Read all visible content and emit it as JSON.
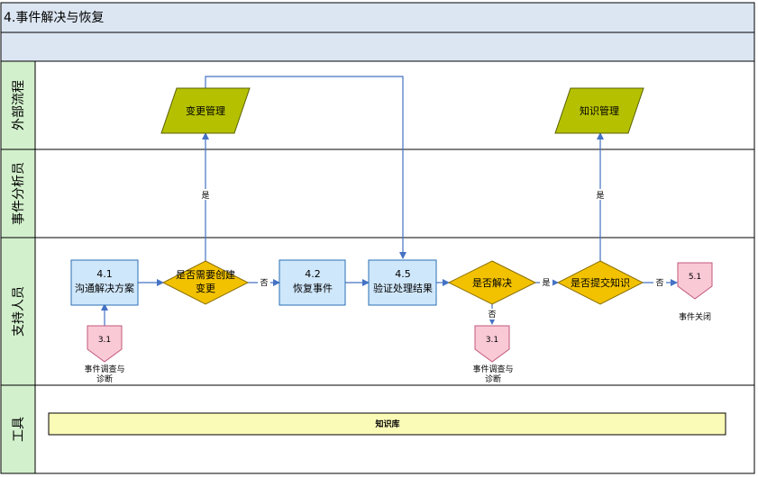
{
  "title": "4.事件解决与恢复",
  "lanes": [
    {
      "id": "external",
      "label": "外部流程"
    },
    {
      "id": "analyst",
      "label": "事件分析员"
    },
    {
      "id": "support",
      "label": "支持人员"
    },
    {
      "id": "tools",
      "label": "工具"
    }
  ],
  "nodes": {
    "change_mgmt": {
      "label": "变更管理"
    },
    "knowledge_mgmt": {
      "label": "知识管理"
    },
    "n41": {
      "num": "4.1",
      "label": "沟通解决方案"
    },
    "d_create_change": {
      "line1": "是否需要创建",
      "line2": "变更"
    },
    "n42": {
      "num": "4.2",
      "label": "恢复事件"
    },
    "n45": {
      "num": "4.5",
      "label": "验证处理结果"
    },
    "d_resolved": {
      "label": "是否解决"
    },
    "d_submit_knowledge": {
      "label": "是否提交知识"
    },
    "ref31_left": {
      "num": "3.1",
      "line1": "事件调查与",
      "line2": "诊断"
    },
    "ref31_mid": {
      "num": "3.1",
      "line1": "事件调查与",
      "line2": "诊断"
    },
    "ref51": {
      "num": "5.1",
      "caption": "事件关闭"
    },
    "knowledge_base": {
      "label": "知识库"
    }
  },
  "edge_labels": {
    "yes_change": "是",
    "no_change": "否",
    "no_resolved": "否",
    "yes_resolved": "是",
    "yes_knowledge": "是",
    "no_knowledge": "否"
  },
  "colors": {
    "border": "#000000",
    "header_fill": "#dce6f2",
    "lane_label_fill": "#d2f0cc",
    "olive": "#b5c100",
    "box_fill": "#cfe7fb",
    "box_stroke": "#2a6fb5",
    "diamond_fill": "#f2c200",
    "pink": "#f9c9d6",
    "pink_stroke": "#c2587a",
    "tool_fill": "#fbfbb8",
    "arrow": "#4472c4"
  }
}
